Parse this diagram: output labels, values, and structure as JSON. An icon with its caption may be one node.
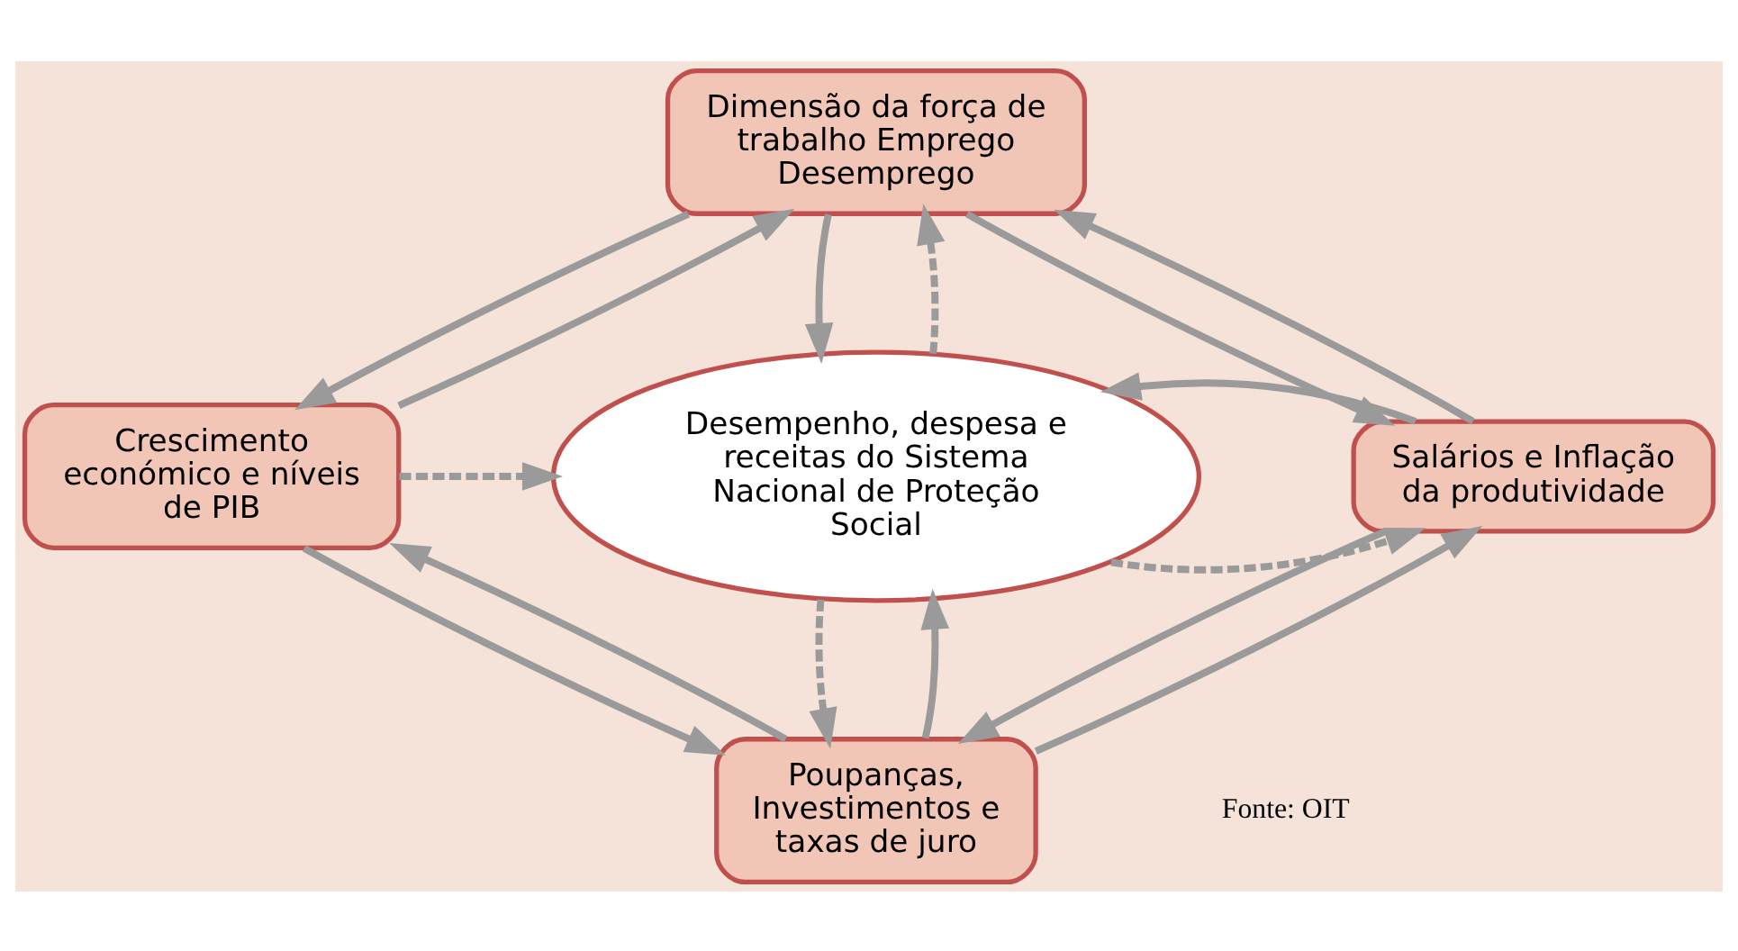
{
  "diagram": {
    "nodes": [
      {
        "text": [
          "Dimensão da força de trabalho Emprego Desemprego"
        ]
      },
      {
        "text": [
          "Crescimento económico e níveis de PIB"
        ]
      },
      {
        "text": [
          "Desempenho, despesa e receitas do Sistema Nacional de Proteção Social"
        ]
      },
      {
        "text": [
          "Salários e Inflação da produtividade"
        ]
      },
      {
        "text": [
          "Poupanças, Investimentos e taxas de juro"
        ]
      }
    ],
    "edges": [
      {
        "from": 1,
        "to": 0,
        "arrow": "to"
      },
      {
        "from": 0,
        "to": 1,
        "arrow": "to"
      },
      {
        "from": 0,
        "to": 3,
        "arrow": "to"
      },
      {
        "from": 3,
        "to": 0,
        "arrow": "to"
      },
      {
        "from": 0,
        "to": 2,
        "arrow": "to"
      },
      {
        "from": 2,
        "to": 0,
        "arrow": "to",
        "style": "dashed"
      },
      {
        "from": 1,
        "to": 2,
        "arrow": "to",
        "style": "dashed"
      },
      {
        "from": 2,
        "to": 3,
        "arrow": "to",
        "style": "dashed"
      },
      {
        "from": 3,
        "to": 2,
        "arrow": "to"
      },
      {
        "from": 1,
        "to": 4,
        "arrow": "to"
      },
      {
        "from": 4,
        "to": 1,
        "arrow": "to"
      },
      {
        "from": 4,
        "to": 2,
        "arrow": "to"
      },
      {
        "from": 2,
        "to": 4,
        "arrow": "to",
        "style": "dashed"
      },
      {
        "from": 3,
        "to": 4,
        "arrow": "to"
      },
      {
        "from": 4,
        "to": 3,
        "arrow": "to"
      }
    ],
    "labels": [
      "Fonte: OIT"
    ]
  }
}
